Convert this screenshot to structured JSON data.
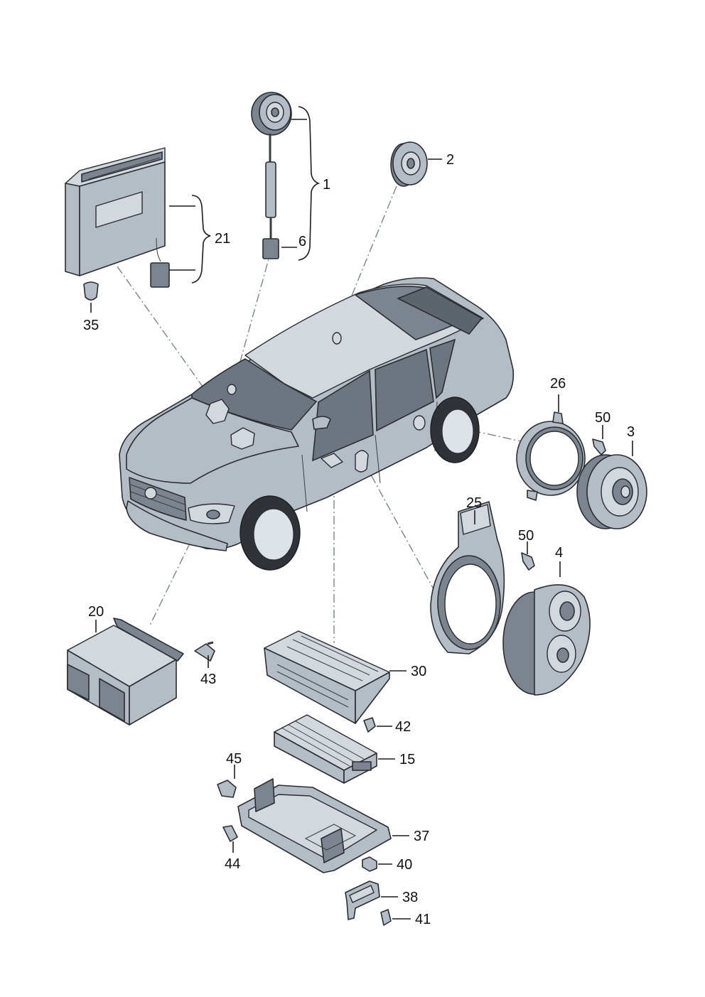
{
  "diagram": {
    "callouts": {
      "c1": "1",
      "c2": "2",
      "c3": "3",
      "c4": "4",
      "c6": "6",
      "c15": "15",
      "c20": "20",
      "c21": "21",
      "c25": "25",
      "c26": "26",
      "c30": "30",
      "c35": "35",
      "c37": "37",
      "c38": "38",
      "c40": "40",
      "c41": "41",
      "c42": "42",
      "c43": "43",
      "c44": "44",
      "c45": "45",
      "c50a": "50",
      "c50b": "50"
    }
  },
  "colors": {
    "part": "#b4bcc5",
    "outline": "#2a2d31",
    "leader": "#1c1c1c",
    "dash": "#7a8490"
  }
}
